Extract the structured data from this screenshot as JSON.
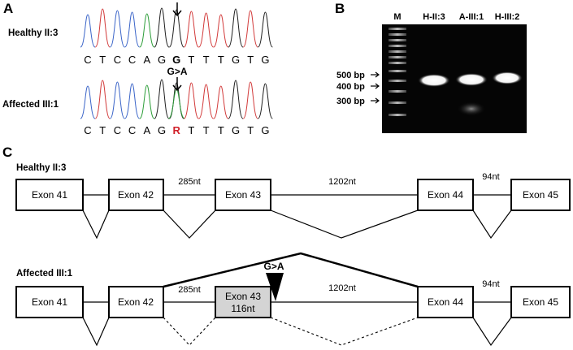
{
  "panelA": {
    "letter": "A",
    "healthy_label": "Healthy II:3",
    "affected_label": "Affected III:1",
    "healthy_seq": [
      "C",
      "T",
      "C",
      "C",
      "A",
      "G",
      "G",
      "T",
      "T",
      "T",
      "G",
      "T",
      "G"
    ],
    "affected_seq": [
      "C",
      "T",
      "C",
      "C",
      "A",
      "G",
      "R",
      "T",
      "T",
      "T",
      "G",
      "T",
      "G"
    ],
    "variant_index": 6,
    "mutation_label": "G>A",
    "variant_color": "#d0202a",
    "trace_colors": {
      "A": "#2e9e3a",
      "C": "#3a64c8",
      "G": "#202020",
      "T": "#d23a3a"
    }
  },
  "panelB": {
    "letter": "B",
    "lanes": [
      "M",
      "H-II:3",
      "A-III:1",
      "H-III:2"
    ],
    "markers": [
      "500 bp",
      "400 bp",
      "300 bp"
    ]
  },
  "panelC": {
    "letter": "C",
    "healthy": {
      "label": "Healthy II:3",
      "exons": [
        "Exon 41",
        "Exon 42",
        "Exon 43",
        "Exon 44",
        "Exon 45"
      ],
      "introns": [
        "285nt",
        "1202nt",
        "94nt"
      ]
    },
    "affected": {
      "label": "Affected III:1",
      "exons": [
        "Exon 41",
        "Exon 42",
        "Exon 43",
        "Exon 44",
        "Exon 45"
      ],
      "exon43_size": "116nt",
      "introns": [
        "285nt",
        "1202nt",
        "94nt"
      ],
      "mutation_label": "G>A",
      "skipped_exon_fill": "#d4d4d4"
    }
  }
}
